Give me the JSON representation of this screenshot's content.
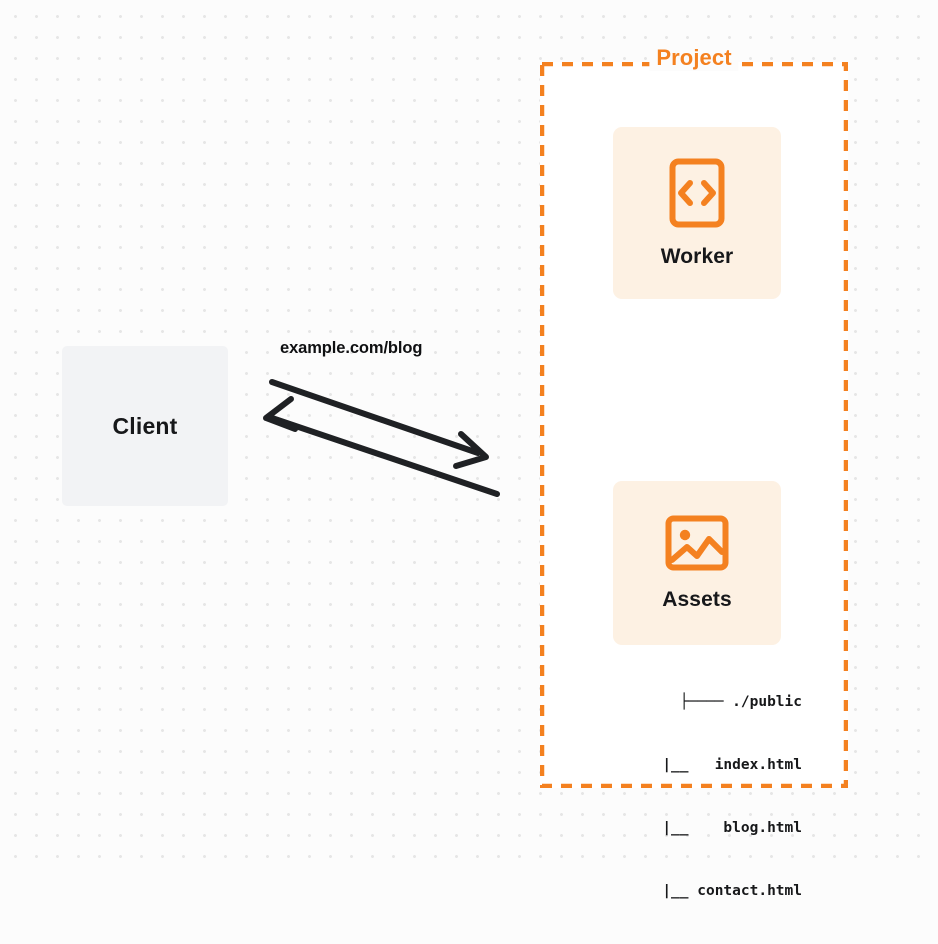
{
  "diagram": {
    "type": "architecture-flow",
    "background": {
      "style": "dot-grid",
      "page_color": "#fcfcfc",
      "dot_color": "#e6e6e6"
    },
    "accent_color": "#f48120",
    "nodes": [
      {
        "id": "client",
        "label": "Client",
        "fill": "#f2f3f5",
        "text_color": "#17181a"
      },
      {
        "id": "worker",
        "label": "Worker",
        "icon": "code-brackets-icon",
        "fill": "#fdf1e3",
        "icon_color": "#f48120"
      },
      {
        "id": "assets",
        "label": "Assets",
        "icon": "image-icon",
        "fill": "#fdf1e3",
        "icon_color": "#f48120"
      }
    ],
    "container": {
      "title": "Project",
      "border_style": "dashed",
      "border_color": "#f48120",
      "fill": "#ffffff"
    },
    "connector": {
      "label": "example.com/blog",
      "direction": "bidirectional",
      "color": "#1f2124"
    },
    "file_tree": {
      "rows": [
        "├──── ./public",
        "  |__   index.html",
        "  |__    blog.html",
        "  |__ contact.html"
      ],
      "entries": [
        "./public",
        "index.html",
        "blog.html",
        "contact.html"
      ]
    }
  }
}
